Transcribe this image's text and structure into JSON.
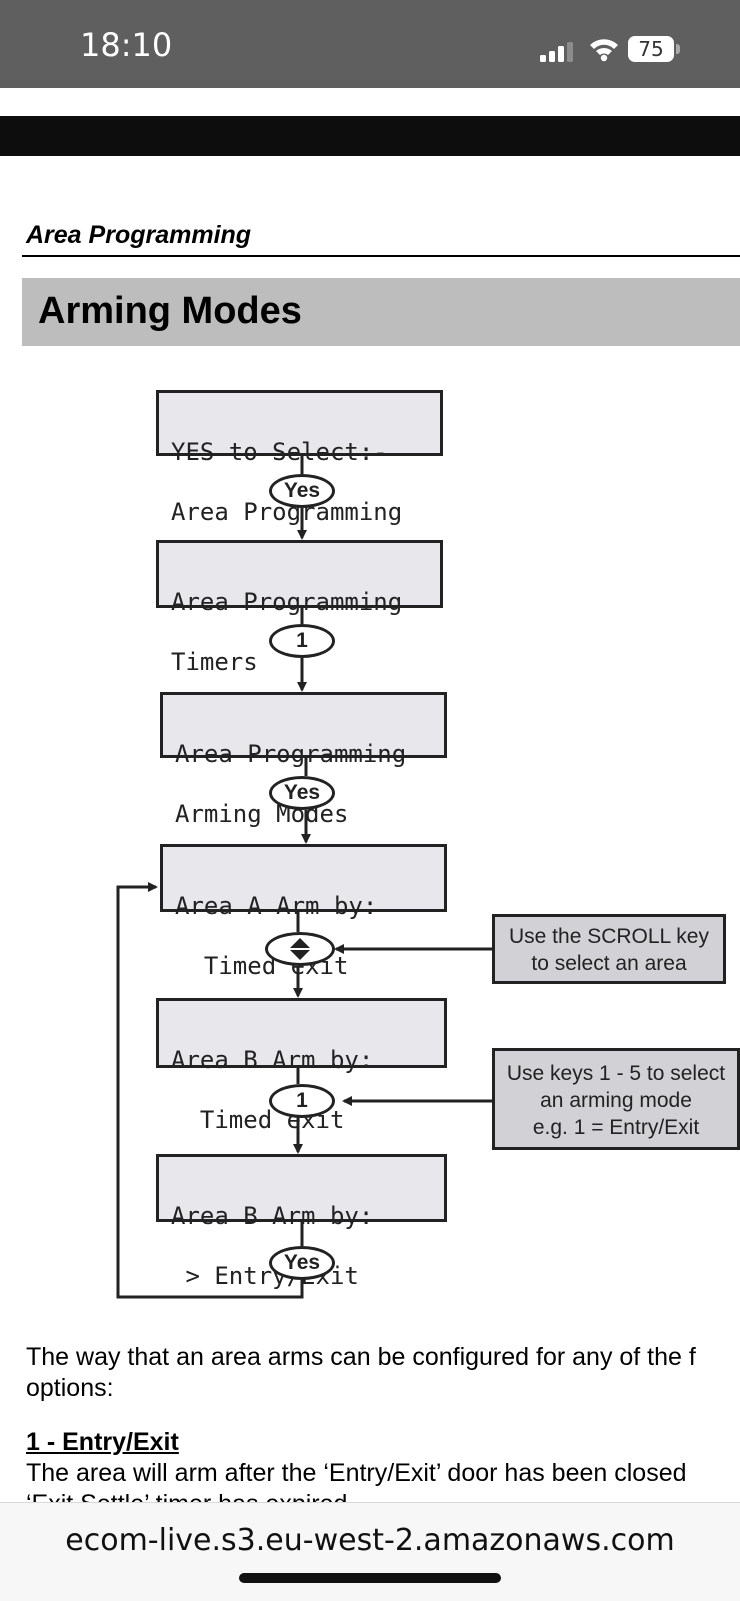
{
  "status_bar": {
    "time": "18:10",
    "battery": "75"
  },
  "section_label": "Area Programming",
  "heading": "Arming Modes",
  "flowchart": {
    "screens": [
      {
        "line1": "YES to Select:-",
        "line2": "Area Programming"
      },
      {
        "line1": "Area Programming",
        "line2": "Timers"
      },
      {
        "line1": "Area Programming",
        "line2": "Arming Modes"
      },
      {
        "line1": "Area A Arm by:",
        "line2": "  Timed exit"
      },
      {
        "line1": "Area B Arm by:",
        "line2": "  Timed exit"
      },
      {
        "line1": "Area B Arm by:",
        "line2": " > Entry/Exit"
      }
    ],
    "keys": [
      "Yes",
      "1",
      "Yes",
      "scroll",
      "1",
      "Yes"
    ],
    "notes": [
      {
        "lines": [
          "Use the SCROLL key",
          "to select an area"
        ]
      },
      {
        "lines": [
          "Use keys 1 - 5 to select",
          "an arming mode",
          "e.g. 1 = Entry/Exit"
        ]
      }
    ]
  },
  "body": {
    "intro_line1": "The way that an area arms can be configured for any of the f",
    "intro_line2": "options:",
    "option_title": "1 - Entry/Exit",
    "option_line1": "The area will arm after the ‘Entry/Exit’ door has been closed",
    "option_line2": "‘Exit Settle’ timer has expired."
  },
  "browser": {
    "url": "ecom-live.s3.eu-west-2.amazonaws.com"
  }
}
